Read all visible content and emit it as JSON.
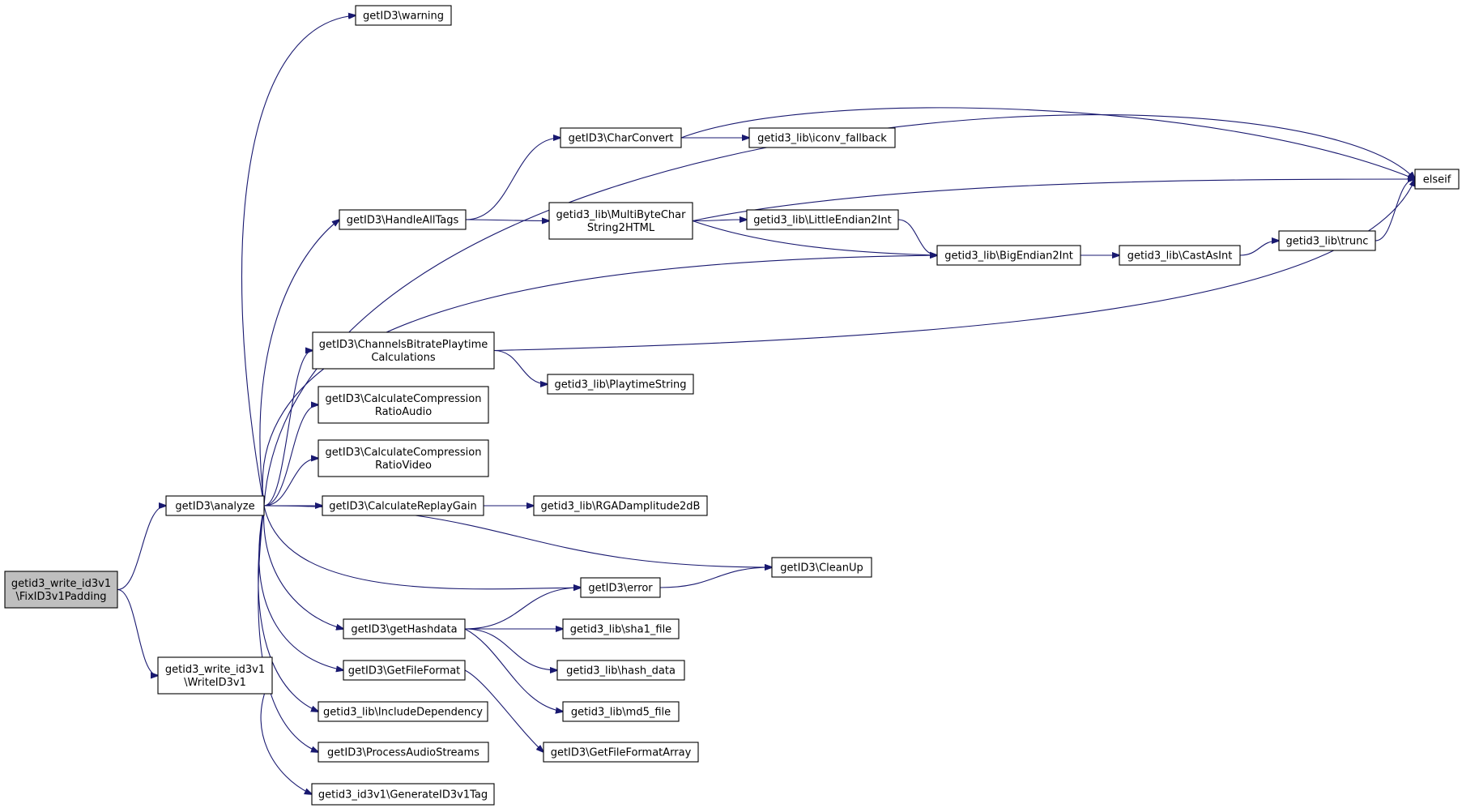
{
  "diagram": {
    "type": "call-graph",
    "colors": {
      "edge": "#191970",
      "node_fill": "#ffffff",
      "root_fill": "#bfbfbf",
      "border": "#000000"
    },
    "nodes": [
      {
        "id": "fix",
        "lines": [
          "getid3_write_id3v1",
          "\\FixID3v1Padding"
        ],
        "root": true
      },
      {
        "id": "analyze",
        "lines": [
          "getID3\\analyze"
        ]
      },
      {
        "id": "writeid3v1",
        "lines": [
          "getid3_write_id3v1",
          "\\WriteID3v1"
        ]
      },
      {
        "id": "warning",
        "lines": [
          "getID3\\warning"
        ]
      },
      {
        "id": "handlealltags",
        "lines": [
          "getID3\\HandleAllTags"
        ]
      },
      {
        "id": "channels",
        "lines": [
          "getID3\\ChannelsBitratePlaytime",
          "Calculations"
        ]
      },
      {
        "id": "ccaudio",
        "lines": [
          "getID3\\CalculateCompression",
          "RatioAudio"
        ]
      },
      {
        "id": "ccvideo",
        "lines": [
          "getID3\\CalculateCompression",
          "RatioVideo"
        ]
      },
      {
        "id": "replaygain",
        "lines": [
          "getID3\\CalculateReplayGain"
        ]
      },
      {
        "id": "cleanup",
        "lines": [
          "getID3\\CleanUp"
        ]
      },
      {
        "id": "error",
        "lines": [
          "getID3\\error"
        ]
      },
      {
        "id": "gethashdata",
        "lines": [
          "getID3\\getHashdata"
        ]
      },
      {
        "id": "getfileformat",
        "lines": [
          "getID3\\GetFileFormat"
        ]
      },
      {
        "id": "includedep",
        "lines": [
          "getid3_lib\\IncludeDependency"
        ]
      },
      {
        "id": "processaudio",
        "lines": [
          "getID3\\ProcessAudioStreams"
        ]
      },
      {
        "id": "generatetag",
        "lines": [
          "getid3_id3v1\\GenerateID3v1Tag"
        ]
      },
      {
        "id": "charconvert",
        "lines": [
          "getID3\\CharConvert"
        ]
      },
      {
        "id": "iconv",
        "lines": [
          "getid3_lib\\iconv_fallback"
        ]
      },
      {
        "id": "multibyte",
        "lines": [
          "getid3_lib\\MultiByteChar",
          "String2HTML"
        ]
      },
      {
        "id": "littleendian",
        "lines": [
          "getid3_lib\\LittleEndian2Int"
        ]
      },
      {
        "id": "bigendian",
        "lines": [
          "getid3_lib\\BigEndian2Int"
        ]
      },
      {
        "id": "castasint",
        "lines": [
          "getid3_lib\\CastAsInt"
        ]
      },
      {
        "id": "trunc",
        "lines": [
          "getid3_lib\\trunc"
        ]
      },
      {
        "id": "elseif",
        "lines": [
          "elseif"
        ]
      },
      {
        "id": "playtime",
        "lines": [
          "getid3_lib\\PlaytimeString"
        ]
      },
      {
        "id": "rga",
        "lines": [
          "getid3_lib\\RGADamplitude2dB"
        ]
      },
      {
        "id": "sha1",
        "lines": [
          "getid3_lib\\sha1_file"
        ]
      },
      {
        "id": "hashdata",
        "lines": [
          "getid3_lib\\hash_data"
        ]
      },
      {
        "id": "md5",
        "lines": [
          "getid3_lib\\md5_file"
        ]
      },
      {
        "id": "getfileformatarray",
        "lines": [
          "getID3\\GetFileFormatArray"
        ]
      }
    ],
    "edges": [
      [
        "fix",
        "analyze"
      ],
      [
        "fix",
        "writeid3v1"
      ],
      [
        "analyze",
        "warning"
      ],
      [
        "analyze",
        "elseif"
      ],
      [
        "analyze",
        "handlealltags"
      ],
      [
        "analyze",
        "bigendian"
      ],
      [
        "analyze",
        "channels"
      ],
      [
        "analyze",
        "ccaudio"
      ],
      [
        "analyze",
        "ccvideo"
      ],
      [
        "analyze",
        "replaygain"
      ],
      [
        "analyze",
        "cleanup"
      ],
      [
        "analyze",
        "error"
      ],
      [
        "analyze",
        "gethashdata"
      ],
      [
        "analyze",
        "getfileformat"
      ],
      [
        "analyze",
        "includedep"
      ],
      [
        "analyze",
        "processaudio"
      ],
      [
        "writeid3v1",
        "generatetag"
      ],
      [
        "handlealltags",
        "charconvert"
      ],
      [
        "handlealltags",
        "multibyte"
      ],
      [
        "charconvert",
        "iconv"
      ],
      [
        "charconvert",
        "elseif"
      ],
      [
        "multibyte",
        "elseif"
      ],
      [
        "multibyte",
        "littleendian"
      ],
      [
        "multibyte",
        "bigendian"
      ],
      [
        "littleendian",
        "bigendian"
      ],
      [
        "bigendian",
        "castasint"
      ],
      [
        "castasint",
        "trunc"
      ],
      [
        "trunc",
        "elseif"
      ],
      [
        "channels",
        "elseif"
      ],
      [
        "channels",
        "playtime"
      ],
      [
        "replaygain",
        "rga"
      ],
      [
        "error",
        "cleanup"
      ],
      [
        "gethashdata",
        "error"
      ],
      [
        "gethashdata",
        "sha1"
      ],
      [
        "gethashdata",
        "hashdata"
      ],
      [
        "gethashdata",
        "md5"
      ],
      [
        "getfileformat",
        "getfileformatarray"
      ]
    ]
  }
}
